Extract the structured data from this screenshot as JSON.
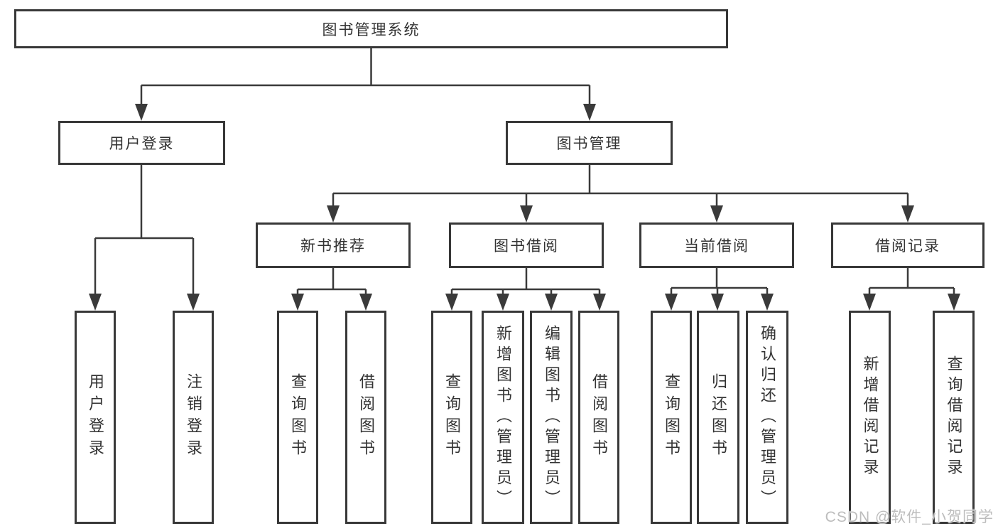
{
  "diagram": {
    "title": "图书管理系统",
    "watermark": "CSDN @软件_小贺同学",
    "level2": {
      "user_login": "用户登录",
      "book_management": "图书管理"
    },
    "level3": {
      "new_books": "新书推荐",
      "borrow": "图书借阅",
      "current": "当前借阅",
      "records": "借阅记录"
    },
    "leaves": {
      "user_login": [
        "用户登录",
        "注销登录"
      ],
      "new_books": [
        "查询图书",
        "借阅图书"
      ],
      "borrow": [
        "查询图书",
        "新增图书（管理员）",
        "编辑图书（管理员）",
        "借阅图书"
      ],
      "current": [
        "查询图书",
        "归还图书",
        "确认归还（管理员）"
      ],
      "records": [
        "新增借阅记录",
        "查询借阅记录"
      ]
    },
    "colors": {
      "line": "#3a3a3a",
      "box_border": "#383838",
      "box_bg": "#ffffff",
      "text": "#333333",
      "watermark": "#bdbdbd"
    }
  }
}
